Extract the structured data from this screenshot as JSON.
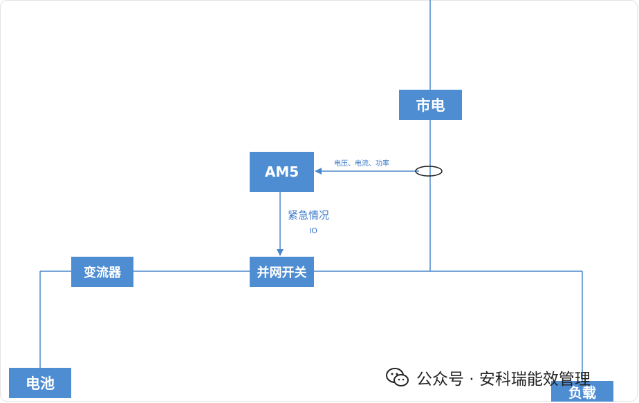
{
  "nodes": {
    "grid": "市电",
    "meter": "AM5",
    "grid_switch": "并网开关",
    "inverter": "变流器",
    "battery": "电池",
    "load": "负载"
  },
  "labels": {
    "measure": "电压、电流、功率",
    "emergency": "紧急情况",
    "io": "IO"
  },
  "watermark": {
    "text": "公众号 · 安科瑞能效管理"
  },
  "colors": {
    "box": "#4e8dd2",
    "line": "#4b87cc",
    "text": "#ffffff"
  }
}
